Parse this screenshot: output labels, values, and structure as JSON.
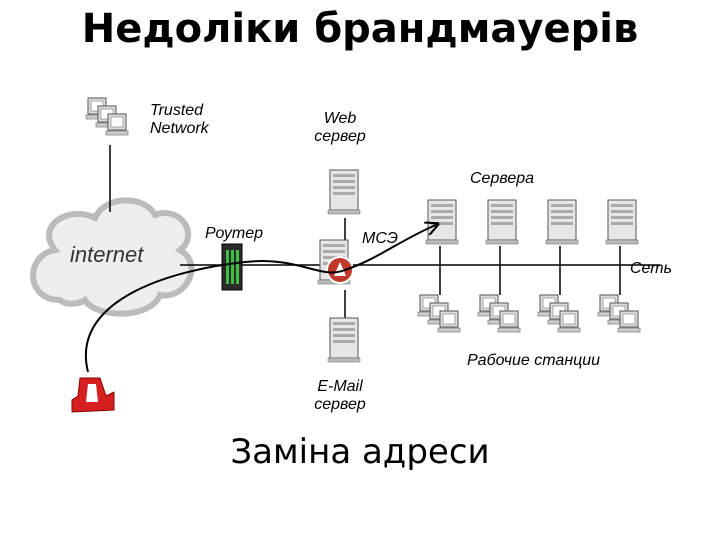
{
  "title": "Недоліки брандмауерів",
  "labels": {
    "trusted_network": "Trusted\nNetwork",
    "web_server": "Web\nсервер",
    "servers": "Сервера",
    "router": "Роутер",
    "firewall": "МСЭ",
    "network": "Сеть",
    "workstations": "Рабочие станции",
    "email_server": "E-Mail\nсервер",
    "internet": "internet"
  },
  "caption": "Заміна адреси"
}
